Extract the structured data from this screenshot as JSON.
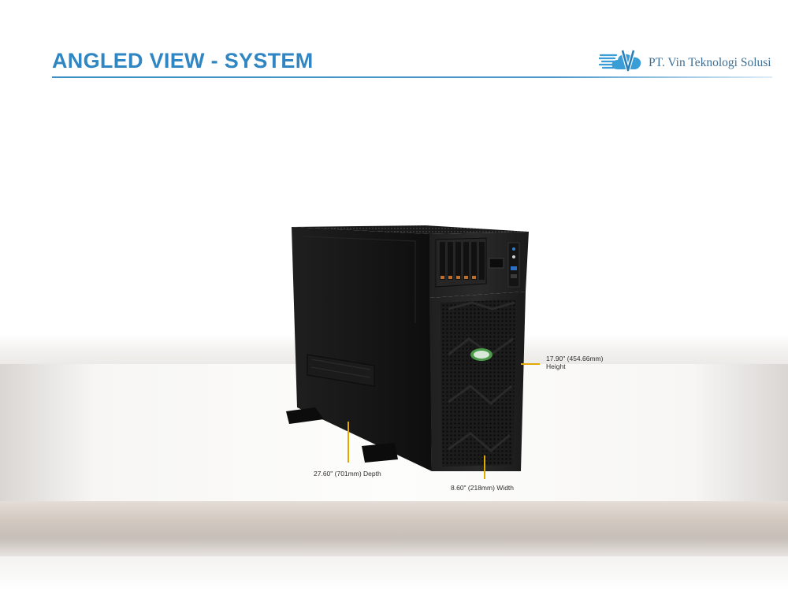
{
  "slide": {
    "title": "ANGLED VIEW - SYSTEM"
  },
  "logo": {
    "company_name": "PT. Vin Teknologi Solusi",
    "icon": "cloud-v-logo-icon",
    "letter": "V"
  },
  "dimensions": {
    "height_value": "17.90\" (454.66mm)",
    "height_name": "Height",
    "depth_label": "27.60\" (701mm) Depth",
    "width_label": "8.60\" (218mm) Width"
  },
  "colors": {
    "title_blue": "#2f86c2",
    "marker_gold": "#e3a800",
    "server_black": "#141414"
  }
}
